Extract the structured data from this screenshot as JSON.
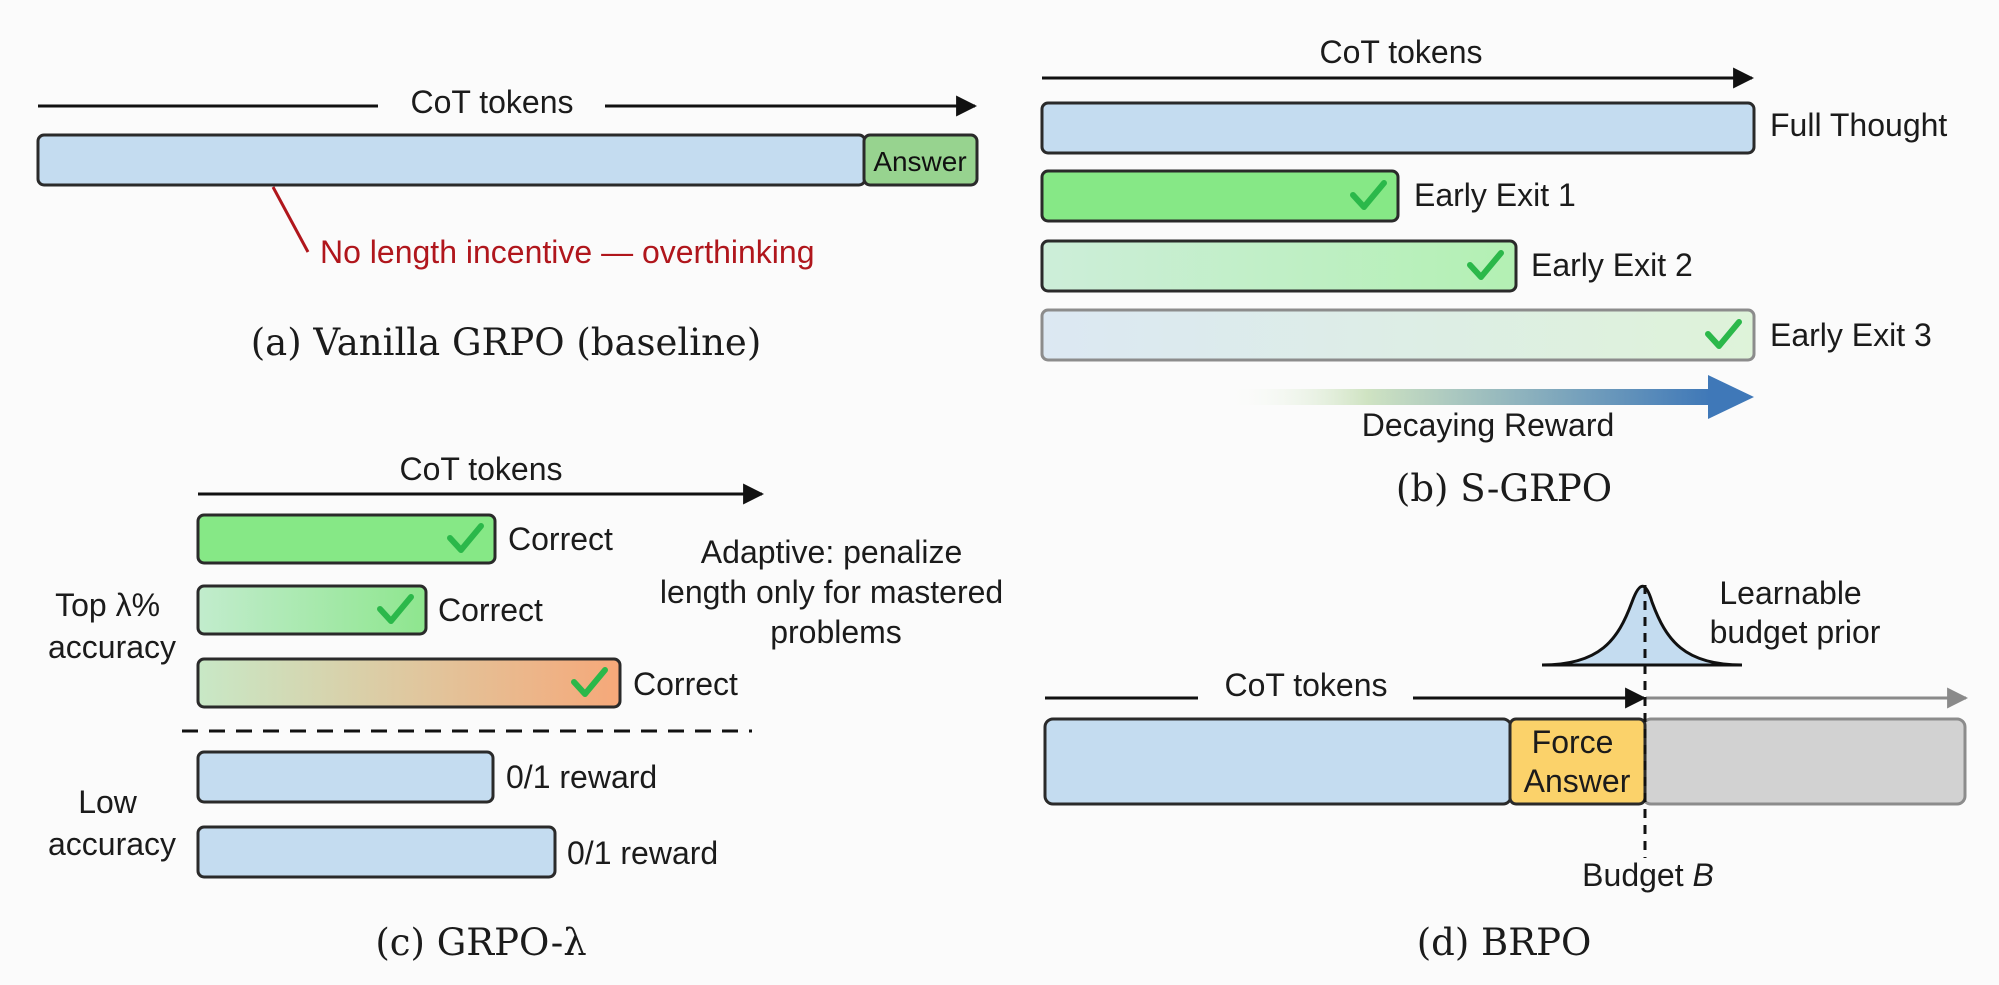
{
  "colors": {
    "blue_bar": "#c4dcf0",
    "green_bar": "#86e886",
    "answer_green": "#97d38f",
    "orange": "#f6a879",
    "force_yellow": "#fbd26a",
    "gray_bar": "#d2d2d2",
    "red_note": "#b0161c",
    "check_green": "#2bb84a",
    "arrow_blue": "#3f78b8"
  },
  "panel_a": {
    "axis_label": "CoT tokens",
    "answer_label": "Answer",
    "note": "No length incentive — overthinking",
    "caption": "(a) Vanilla GRPO (baseline)"
  },
  "panel_b": {
    "axis_label": "CoT tokens",
    "rows": [
      {
        "label": "Full Thought"
      },
      {
        "label": "Early Exit 1"
      },
      {
        "label": "Early Exit 2"
      },
      {
        "label": "Early Exit 3"
      }
    ],
    "reward_label": "Decaying Reward",
    "caption": "(b) S-GRPO"
  },
  "panel_c": {
    "axis_label": "CoT tokens",
    "top_group_line1": "Top λ%",
    "top_group_line2": "accuracy",
    "rows_top": [
      {
        "label": "Correct"
      },
      {
        "label": "Correct"
      },
      {
        "label": "Correct"
      }
    ],
    "low_group_line1": "Low",
    "low_group_line2": "accuracy",
    "rows_low": [
      {
        "label": "0/1 reward"
      },
      {
        "label": "0/1 reward"
      }
    ],
    "note_line1": "Adaptive: penalize",
    "note_line2": "length only for mastered",
    "note_line3": "problems",
    "caption": "(c) GRPO-λ"
  },
  "panel_d": {
    "axis_label": "CoT tokens",
    "force_line1": "Force",
    "force_line2": "Answer",
    "prior_line1": "Learnable",
    "prior_line2": "budget prior",
    "budget_prefix": "Budget ",
    "budget_var": "B",
    "caption": "(d) BRPO"
  }
}
